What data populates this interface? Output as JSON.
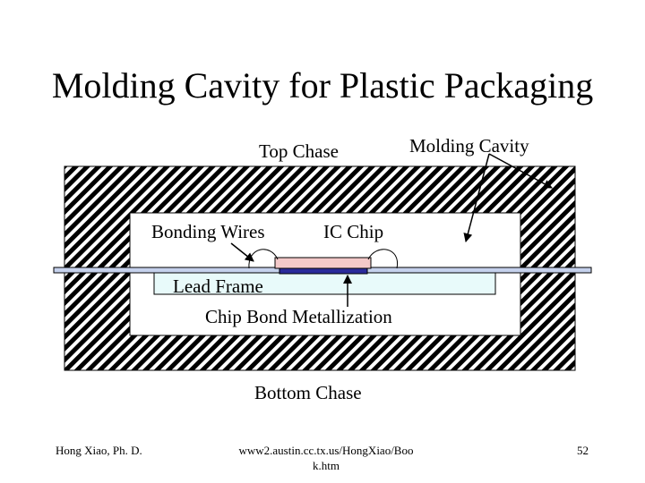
{
  "slide": {
    "title": "Molding Cavity for Plastic Packaging",
    "labels": {
      "top_chase": "Top Chase",
      "molding_cavity": "Molding Cavity",
      "bonding_wires": "Bonding Wires",
      "ic_chip": "IC Chip",
      "lead_frame": "Lead Frame",
      "chip_bond_metallization": "Chip Bond Metallization",
      "bottom_chase": "Bottom Chase"
    },
    "footer": {
      "author": "Hong Xiao, Ph. D.",
      "url_line1": "www2.austin.cc.tx.us/HongXiao/Boo",
      "url_line2": "k.htm",
      "page_number": "52"
    }
  },
  "colors": {
    "cavity_fill": "#ffffff",
    "lead_frame": "#c5d1ec",
    "substrate": "#e8fafa",
    "ic_chip": "#f3c9c9",
    "metallization": "#2a2a9a"
  }
}
